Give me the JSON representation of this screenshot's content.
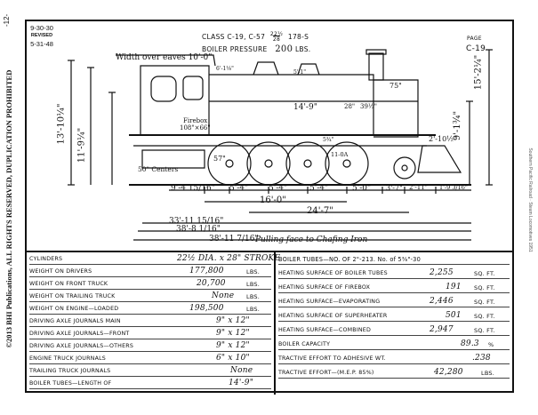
{
  "page_number": "-12-",
  "copyright": "©2013 BHI Publications, ALL RIGHTS RESERVED, DUPLICATION PROHIBITED",
  "right_margin_note": "Southern Pacific Railroad · Steam Locomotives 1951",
  "dates": {
    "original": "9-30-30",
    "revised_label": "REVISED",
    "revised": "5-31-48"
  },
  "header": {
    "class_line": "CLASS C-19, C-57",
    "class_ratio_top": "22½",
    "class_ratio_bottom": "28",
    "class_ratio_rest": "178-S",
    "boiler_pressure_label": "BOILER PRESSURE",
    "boiler_pressure_value": "200",
    "boiler_pressure_unit": "LBS.",
    "page_label": "PAGE",
    "page_value": "C-19"
  },
  "drawing": {
    "width_over_eaves": "Width over eaves 10'-0\"",
    "height_total": "15'-2¼\"",
    "height_cab": "13'-10¼\"",
    "height_boiler": "11'-9¼\"",
    "height_rear": "9'-1¾\"",
    "height_front_small": "2'-10½\"",
    "dim_6_1_8": "6'-1⅛\"",
    "dim_1_4": "5'-1\"",
    "dim_75": "75\"",
    "dim_14_9": "14'-9\"",
    "dim_28": "28\"",
    "dim_39": "39½\"",
    "firebox_label": "Firebox",
    "firebox_size": "108\"×66\"",
    "centers_50": "50\" Centers",
    "driver_57": "57\"",
    "driver_5": "5¾\"",
    "driver_11": "11-0A",
    "wheelbase_a": "9'-4 15/16\"",
    "wheelbase_b": "5'-4\"",
    "wheelbase_c": "5'-4\"",
    "wheelbase_d": "5'-4\"",
    "wheelbase_e": "5'-0\"",
    "wheelbase_f": "3'-7\"",
    "wheelbase_g": "2'-11\"",
    "wheelbase_h": "1'-9 3/16\"",
    "driving_wb": "16'-0\"",
    "rigid_wb": "24'-7\"",
    "total_wb_1": "33'-11 15/16\"",
    "total_wb_2": "38'-8 1/16\"",
    "total_length": "38'-11 7/16\"",
    "pulling_face": "Pulling face to Chafing Iron"
  },
  "left_table": [
    {
      "label": "CYLINDERS",
      "value": "22½ DIA. x 28\" STROKE",
      "unit": ""
    },
    {
      "label": "WEIGHT ON DRIVERS",
      "value": "177,800",
      "unit": "LBS."
    },
    {
      "label": "WEIGHT ON FRONT TRUCK",
      "value": "20,700",
      "unit": "LBS."
    },
    {
      "label": "WEIGHT ON TRAILING TRUCK",
      "value": "None",
      "unit": "LBS."
    },
    {
      "label": "WEIGHT ON ENGINE—LOADED",
      "value": "198,500",
      "unit": "LBS."
    },
    {
      "label": "DRIVING AXLE JOURNALS  MAIN",
      "value": "9\" x 12\"",
      "unit": ""
    },
    {
      "label": "DRIVING AXLE JOURNALS—FRONT",
      "value": "9\" x 12\"",
      "unit": ""
    },
    {
      "label": "DRIVING AXLE JOURNALS—OTHERS",
      "value": "9\" x 12\"",
      "unit": ""
    },
    {
      "label": "ENGINE TRUCK JOURNALS",
      "value": "6\" x 10\"",
      "unit": ""
    },
    {
      "label": "TRAILING TRUCK JOURNALS",
      "value": "None",
      "unit": ""
    },
    {
      "label": "BOILER TUBES—LENGTH OF",
      "value": "14'-9\"",
      "unit": ""
    }
  ],
  "right_table": [
    {
      "label": "BOILER TUBES—NO. OF 2\"-213. No. of 5⅜\"-30",
      "value": "",
      "unit": ""
    },
    {
      "label": "HEATING SURFACE OF BOILER TUBES",
      "value": "2,255",
      "unit": "SQ. FT."
    },
    {
      "label": "HEATING SURFACE OF FIREBOX",
      "value": "191",
      "unit": "SQ. FT."
    },
    {
      "label": "HEATING SURFACE—EVAPORATING",
      "value": "2,446",
      "unit": "SQ. FT."
    },
    {
      "label": "HEATING SURFACE OF SUPERHEATER",
      "value": "501",
      "unit": "SQ. FT."
    },
    {
      "label": "HEATING SURFACE—COMBINED",
      "value": "2,947",
      "unit": "SQ. FT."
    },
    {
      "label": "BOILER CAPACITY",
      "value": "89.3",
      "unit": "%"
    },
    {
      "label": "TRACTIVE EFFORT TO ADHESIVE WT.",
      "value": ".238",
      "unit": ""
    },
    {
      "label": "TRACTIVE EFFORT—(M.E.P. 85%)",
      "value": "42,280",
      "unit": "LBS."
    }
  ]
}
